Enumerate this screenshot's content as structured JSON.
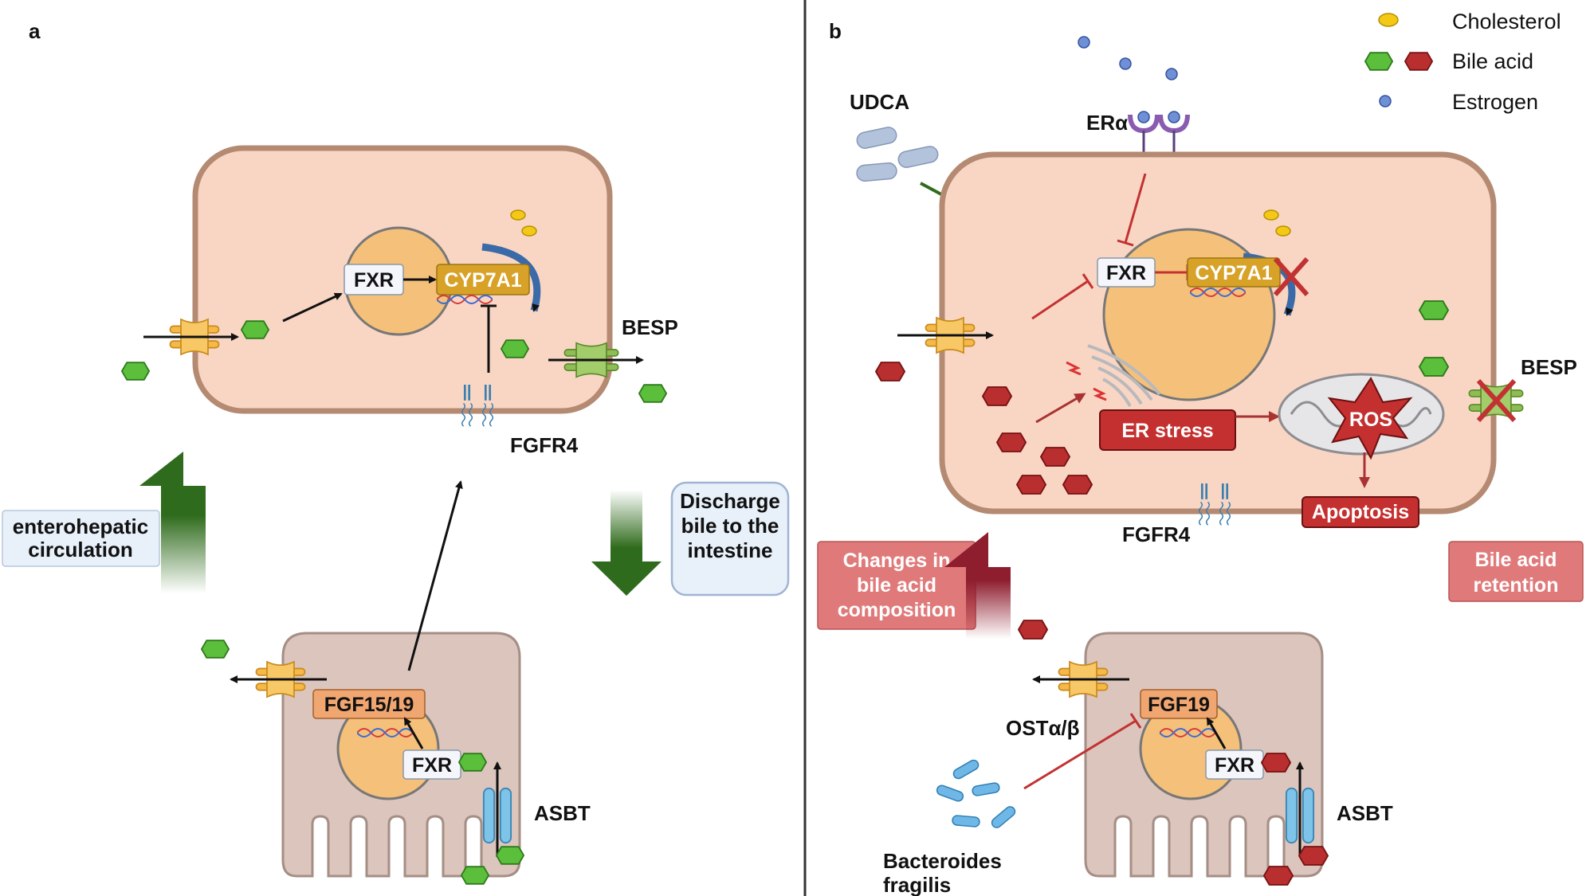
{
  "panels": {
    "a": "a",
    "b": "b"
  },
  "legend": {
    "cholesterol": "Cholesterol",
    "bile_acid": "Bile acid",
    "estrogen": "Estrogen"
  },
  "panel_a": {
    "fxr_liver": "FXR",
    "cyp7a1": "CYP7A1",
    "besp": "BESP",
    "fgfr4": "FGFR4",
    "enterohepatic_line1": "enterohepatic",
    "enterohepatic_line2": "circulation",
    "discharge_line1": "Discharge",
    "discharge_line2": "bile to the",
    "discharge_line3": "intestine",
    "fgf": "FGF15/19",
    "fxr_intestine": "FXR",
    "asbt": "ASBT"
  },
  "panel_b": {
    "udca": "UDCA",
    "era": "ERα",
    "fxr_liver": "FXR",
    "cyp7a1": "CYP7A1",
    "besp": "BESP",
    "er_stress": "ER stress",
    "ros": "ROS",
    "apoptosis": "Apoptosis",
    "fgfr4": "FGFR4",
    "changes_line1": "Changes in",
    "changes_line2": "bile acid",
    "changes_line3": "composition",
    "retention_line1": "Bile acid",
    "retention_line2": "retention",
    "fgf19": "FGF19",
    "ost": "OSTα/β",
    "fxr_intestine": "FXR",
    "asbt": "ASBT",
    "bacteroides_line1": "Bacteroides",
    "bacteroides_line2": "fragilis"
  },
  "colors": {
    "hepatocyte_fill": "#f9d6c4",
    "hepatocyte_border": "#b58a72",
    "nucleus_fill": "#f4c07a",
    "enterocyte_fill": "#dcc5bc",
    "bile_acid_green": "#5bbf3c",
    "bile_acid_red": "#b92f2f",
    "cholesterol": "#f3c915",
    "estrogen": "#6f8fd6",
    "cyp7a1_box": "#d7a227",
    "arrow_green": "#2f6b1c",
    "inhibit_red": "#c23232",
    "box_pink": "#e07a7a",
    "box_blue": "#e8f0fa"
  }
}
